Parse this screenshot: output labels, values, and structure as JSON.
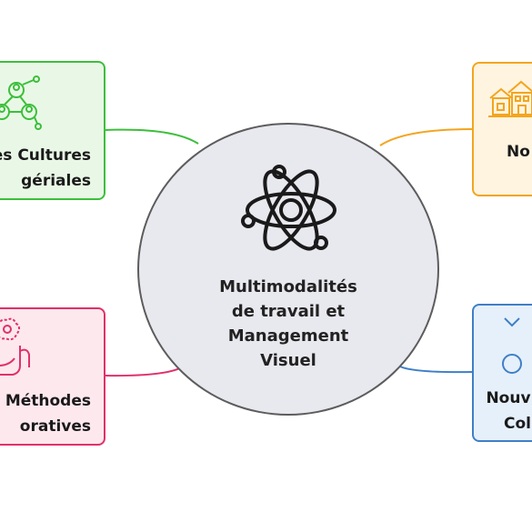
{
  "center": {
    "title": "Multimodalités\nde travail et\nManagement\nVisuel",
    "icon": "atom-icon"
  },
  "nodes": {
    "top_left": {
      "line1": "es Cultures",
      "line2": "gériales",
      "icon": "network-people-icon",
      "color": "#3bbf3b"
    },
    "bottom_left": {
      "line1": "Méthodes",
      "line2": "oratives",
      "icon": "hand-brain-icon",
      "color": "#e0306a"
    },
    "top_right": {
      "line1": "No",
      "icon": "houses-icon",
      "color": "#f3a51e"
    },
    "bottom_right": {
      "line1": "Nouv",
      "line2": "Col",
      "icon": "person-icon",
      "color": "#3f7fc7"
    }
  }
}
